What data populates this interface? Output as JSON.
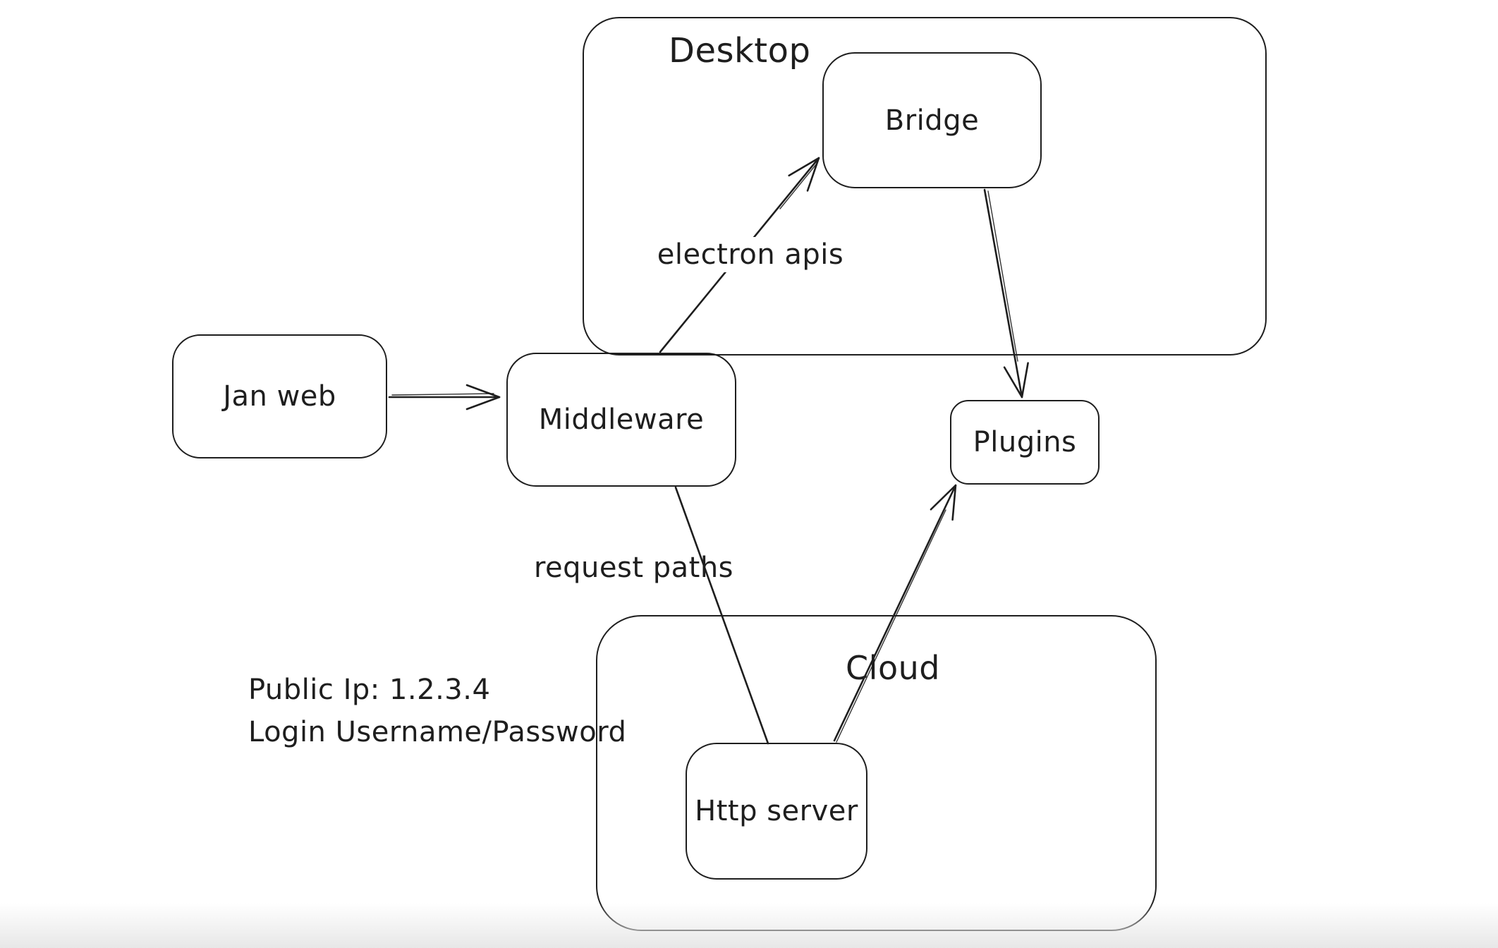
{
  "diagram": {
    "containers": {
      "desktop": {
        "label": "Desktop"
      },
      "cloud": {
        "label": "Cloud"
      }
    },
    "nodes": {
      "jan_web": {
        "label": "Jan web"
      },
      "middleware": {
        "label": "Middleware"
      },
      "bridge": {
        "label": "Bridge"
      },
      "plugins": {
        "label": "Plugins"
      },
      "http_server": {
        "label": "Http server"
      }
    },
    "edges": [
      {
        "from": "jan_web",
        "to": "middleware",
        "label": "",
        "arrowhead": "end"
      },
      {
        "from": "middleware",
        "to": "bridge",
        "label": "electron apis",
        "arrowhead": "end"
      },
      {
        "from": "bridge",
        "to": "plugins",
        "label": "",
        "arrowhead": "end"
      },
      {
        "from": "middleware",
        "to": "http_server",
        "label": "request paths",
        "arrowhead": "none"
      },
      {
        "from": "http_server",
        "to": "plugins",
        "label": "",
        "arrowhead": "end"
      }
    ],
    "notes": {
      "line1": "Public Ip: 1.2.3.4",
      "line2": "Login Username/Password"
    },
    "colors": {
      "stroke": "#1e1e1e",
      "background": "#ffffff",
      "bottom_fade": "#e6e6e6"
    }
  }
}
